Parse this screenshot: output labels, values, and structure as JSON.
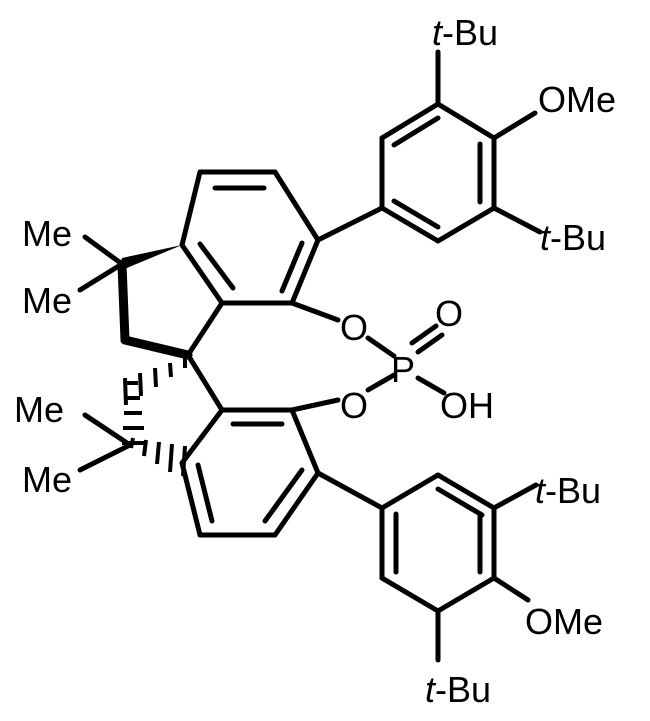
{
  "molecule": {
    "labels": {
      "tbu_prefix": "t",
      "tbu_suffix": "-Bu",
      "ome": "OMe",
      "me": "Me",
      "o": "O",
      "p": "P",
      "oh": "OH"
    }
  }
}
